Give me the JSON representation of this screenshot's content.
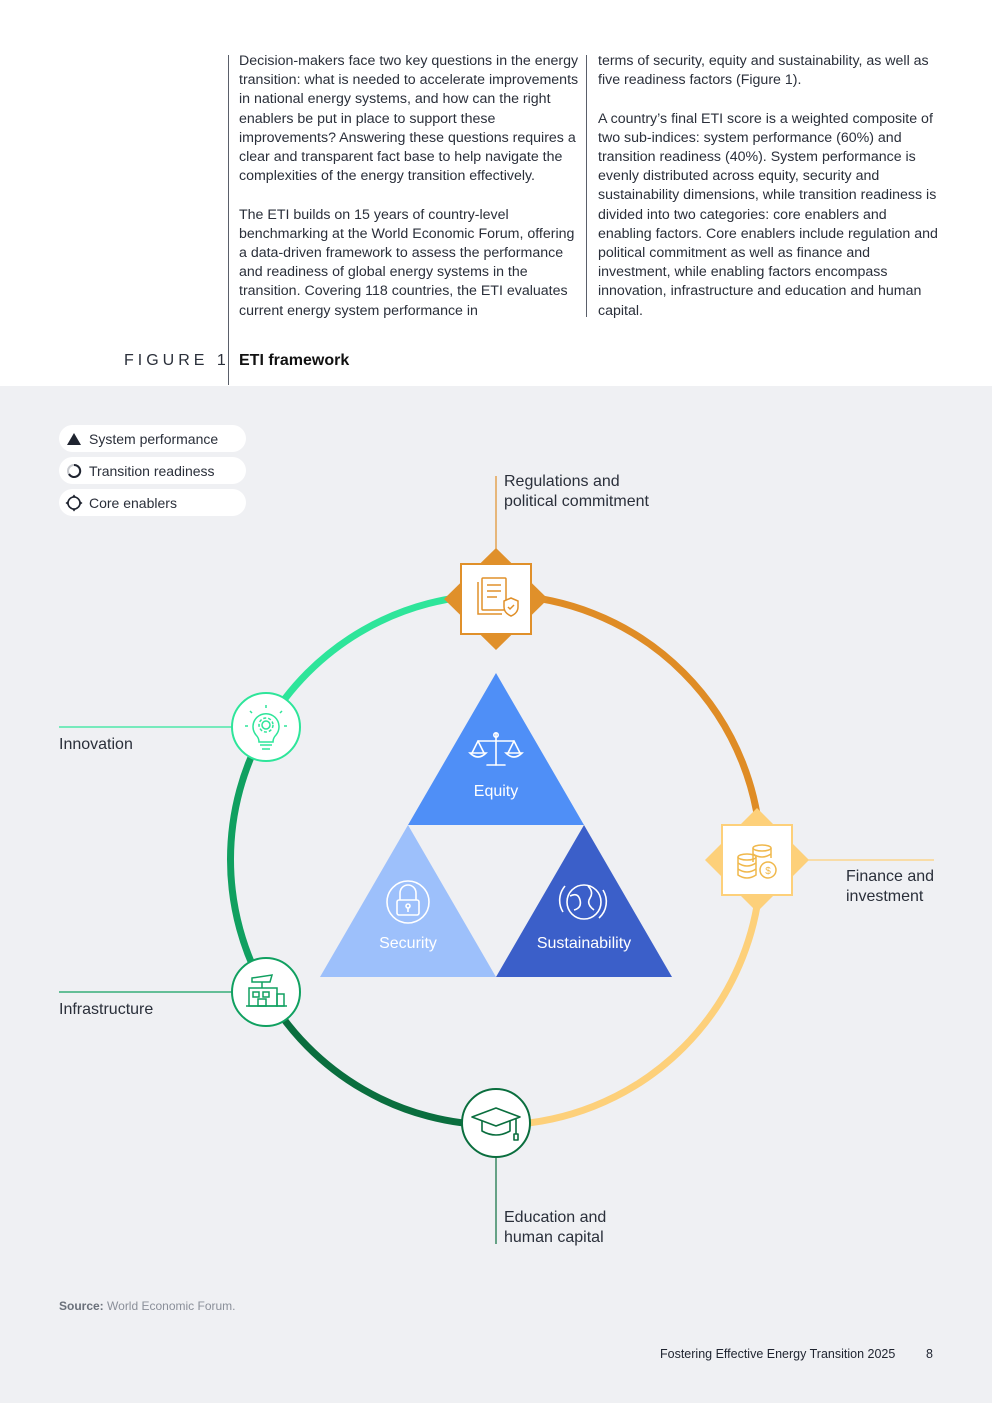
{
  "body_text": {
    "col1_p1": "Decision-makers face two key questions in the energy transition: what is needed to accelerate improvements in national energy systems, and how can the right enablers be put in place to support these improvements? Answering these questions requires a clear and transparent fact base to help navigate the complexities of the energy transition effectively.",
    "col1_p2": "The ETI builds on 15 years of country-level benchmarking at the World Economic Forum, offering a data-driven framework to assess the performance and readiness of global energy systems in the transition. Covering 118 countries, the ETI evaluates current energy system performance in",
    "col2_p1": "terms of security, equity and sustainability, as well as five readiness factors (Figure 1).",
    "col2_p2": "A country’s final ETI score is a weighted composite of two sub-indices: system performance (60%) and transition readiness (40%). System performance is evenly distributed across equity, security and sustainability dimensions, while transition readiness is divided into two categories: core enablers and enabling factors. Core enablers include regulation and political commitment as well as finance and investment, while enabling factors encompass innovation, infrastructure and education and human capital."
  },
  "figure": {
    "label": "FIGURE 1",
    "title": "ETI framework"
  },
  "legend": [
    {
      "label": "System performance",
      "icon": "triangle-icon"
    },
    {
      "label": "Transition readiness",
      "icon": "partial-circle-icon"
    },
    {
      "label": "Core enablers",
      "icon": "diamond-circle-icon"
    }
  ],
  "diagram": {
    "triangles": {
      "equity": "Equity",
      "security": "Security",
      "sustainability": "Sustainability"
    },
    "nodes": {
      "regulations": {
        "line1": "Regulations and",
        "line2": "political commitment"
      },
      "finance": {
        "line1": "Finance and",
        "line2": "investment"
      },
      "education": {
        "line1": "Education and",
        "line2": "human capital"
      },
      "innovation": "Innovation",
      "infrastructure": "Infrastructure"
    },
    "colors": {
      "equity": "#4f8ff7",
      "security": "#9dc0fb",
      "sustainability": "#3b5fc9",
      "regulations": "#e0902a",
      "finance": "#fdd07a",
      "innovation": "#2ee59a",
      "infrastructure": "#10a060",
      "education": "#0a6e3e"
    }
  },
  "source": {
    "label": "Source:",
    "text": "World Economic Forum."
  },
  "footer": {
    "title": "Fostering Effective Energy Transition 2025",
    "page": "8"
  }
}
